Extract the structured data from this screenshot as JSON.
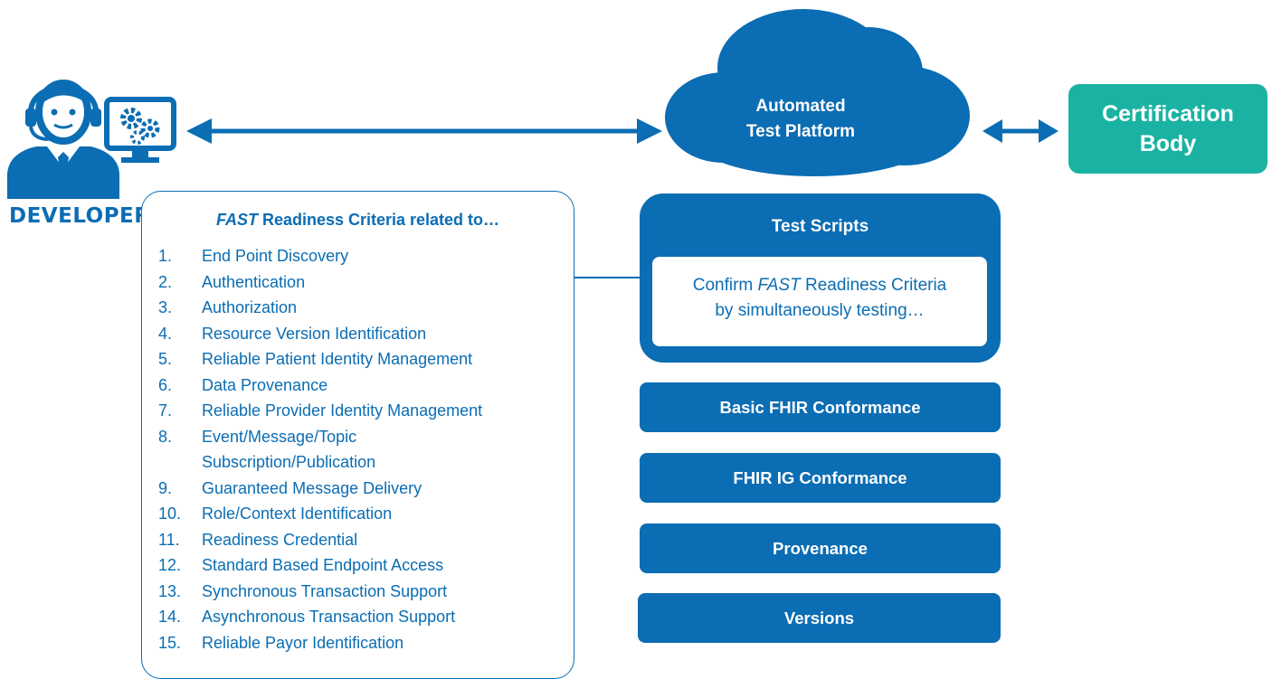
{
  "developer": {
    "label": "DEVELOPER"
  },
  "cloud": {
    "line1": "Automated",
    "line2": "Test Platform"
  },
  "certification": {
    "line1": "Certification",
    "line2": "Body"
  },
  "criteria": {
    "title_emph": "FAST",
    "title_rest": " Readiness Criteria related to…",
    "items": [
      {
        "num": "1.",
        "text": "End Point Discovery"
      },
      {
        "num": "2.",
        "text": "Authentication"
      },
      {
        "num": "3.",
        "text": "Authorization"
      },
      {
        "num": "4.",
        "text": "Resource Version Identification"
      },
      {
        "num": "5.",
        "text": "Reliable Patient Identity Management"
      },
      {
        "num": "6.",
        "text": "Data Provenance"
      },
      {
        "num": "7.",
        "text": "Reliable Provider Identity Management"
      },
      {
        "num": "8.",
        "text": "Event/Message/Topic Subscription/Publication"
      },
      {
        "num": "9.",
        "text": "Guaranteed Message Delivery"
      },
      {
        "num": "10.",
        "text": "Role/Context Identification"
      },
      {
        "num": "11.",
        "text": "Readiness Credential"
      },
      {
        "num": "12.",
        "text": "Standard Based Endpoint Access"
      },
      {
        "num": "13.",
        "text": "Synchronous Transaction Support"
      },
      {
        "num": "14.",
        "text": "Asynchronous Transaction Support"
      },
      {
        "num": "15.",
        "text": "Reliable Payor Identification"
      }
    ]
  },
  "test_scripts": {
    "title": "Test Scripts",
    "line1_pre": "Confirm ",
    "line1_emph": "FAST",
    "line1_post": " Readiness Criteria",
    "line2": "by simultaneously testing…"
  },
  "tests": [
    {
      "label": "Basic FHIR Conformance"
    },
    {
      "label": "FHIR IG Conformance"
    },
    {
      "label": "Provenance"
    },
    {
      "label": "Versions"
    }
  ],
  "colors": {
    "primary": "#0b6db3",
    "teal": "#1ab3a3"
  },
  "icons": {
    "developer": "person-with-headset-icon",
    "monitor": "monitor-gears-icon"
  }
}
